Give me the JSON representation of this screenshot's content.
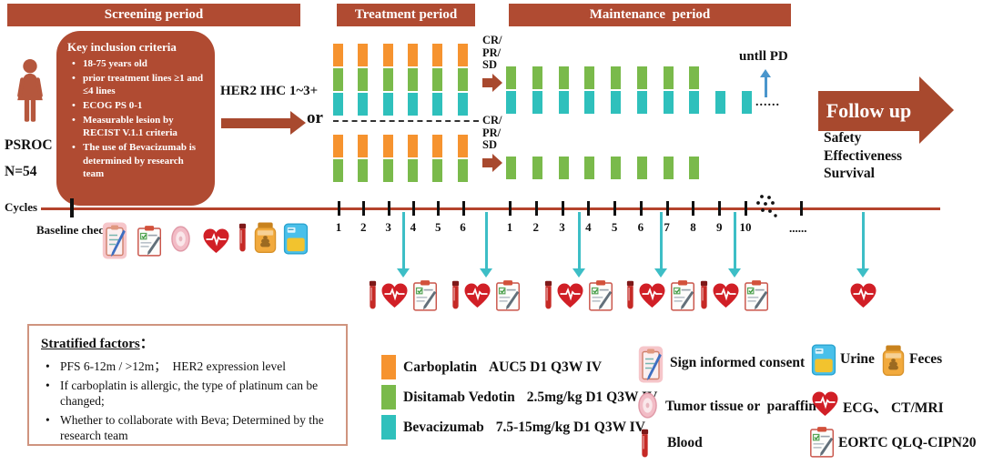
{
  "colors": {
    "brick": "#b04b32",
    "arrow_brick": "#a8492e",
    "orange": "#f6932f",
    "green": "#7aba4b",
    "teal": "#2fc0bc",
    "axis": "#b4432c",
    "down_arrow_teal": "#3dbec6",
    "up_arrow_blue": "#4a96cc",
    "heart_red": "#d11f26"
  },
  "banners": [
    {
      "label": "Screening period"
    },
    {
      "label": "Treatment period"
    },
    {
      "label": "Maintenance  period"
    }
  ],
  "cohort": {
    "name": "PSROC",
    "n": "N=54"
  },
  "inclusion": {
    "title": "Key inclusion criteria",
    "items": [
      "18-75 years old",
      "prior treatment lines ≥1 and ≤4 lines",
      "ECOG PS 0-1",
      "Measurable lesion by RECIST V.1.1 criteria",
      "The use of Bevacizumab is determined by research team"
    ]
  },
  "her2_label": "HER2 IHC 1~3+",
  "or_label": "or",
  "response_label": [
    "CR/",
    "PR/",
    "SD"
  ],
  "until_pd": "untll PD",
  "until_pd_dots": "......",
  "follow_up": {
    "title": "Follow up",
    "outcomes": [
      "Safety",
      "Effectiveness",
      "Survival"
    ]
  },
  "axis": {
    "cycles_label": "Cycles",
    "baseline_label": "Baseline check",
    "treatment_cycles": [
      "1",
      "2",
      "3",
      "4",
      "5",
      "6"
    ],
    "maintenance_cycles": [
      "1",
      "2",
      "3",
      "4",
      "5",
      "6",
      "7",
      "8",
      "9",
      "10"
    ],
    "ellipsis": "......"
  },
  "regimens": {
    "arm1_treatment": {
      "cycles": 6,
      "stack": [
        "orange",
        "green",
        "teal"
      ]
    },
    "arm2_treatment": {
      "cycles": 6,
      "stack": [
        "orange",
        "green"
      ]
    },
    "arm1_maintenance": {
      "full_cycles": 8,
      "stack": [
        "green",
        "teal"
      ],
      "extra_cycles": 2,
      "extra_stack": [
        "teal"
      ]
    },
    "arm2_maintenance": {
      "full_cycles": 8,
      "stack": [
        "green"
      ]
    }
  },
  "drug_legend": [
    {
      "color_key": "orange",
      "name": "Carboplatin",
      "dose": "AUC5 D1 Q3W IV"
    },
    {
      "color_key": "green",
      "name": "Disitamab Vedotin",
      "dose": "2.5mg/kg D1 Q3W IV"
    },
    {
      "color_key": "teal",
      "name": "Bevacizumab",
      "dose": "7.5-15mg/kg D1 Q3W IV"
    }
  ],
  "assessment_legend": [
    {
      "icon": "consent-icon",
      "label": "Sign informed consent"
    },
    {
      "icon": "tissue-icon",
      "label": "Tumor tissue or  paraffin"
    },
    {
      "icon": "blood-icon",
      "label": "Blood"
    },
    {
      "icon": "urine-icon",
      "label": "Urine"
    },
    {
      "icon": "feces-icon",
      "label": "Feces"
    },
    {
      "icon": "heart-ecg-icon",
      "label": "ECG、 CT/MRI"
    },
    {
      "icon": "eortc-icon",
      "label": "EORTC QLQ-CIPN20"
    }
  ],
  "baseline_icons": [
    "consent-icon",
    "eortc-icon",
    "tissue-icon",
    "heart-ecg-icon",
    "blood-icon",
    "feces-icon",
    "urine-icon"
  ],
  "visits": [
    {
      "icons": [
        "blood-icon",
        "heart-ecg-icon",
        "eortc-icon"
      ]
    },
    {
      "icons": [
        "blood-icon",
        "heart-ecg-icon",
        "eortc-icon"
      ]
    },
    {
      "icons": [
        "blood-icon",
        "heart-ecg-icon",
        "eortc-icon"
      ]
    },
    {
      "icons": [
        "blood-icon",
        "heart-ecg-icon",
        "eortc-icon"
      ]
    },
    {
      "icons": [
        "blood-icon",
        "heart-ecg-icon",
        "eortc-icon"
      ]
    },
    {
      "icons": [
        "heart-ecg-icon"
      ]
    }
  ],
  "stratified": {
    "title": "Stratified factors",
    "colon": "：",
    "items": [
      "PFS 6-12m / >12m；  HER2 expression level",
      "If carboplatin is allergic, the type of platinum can be changed;",
      "Whether to collaborate with Beva; Determined by the research team"
    ]
  }
}
